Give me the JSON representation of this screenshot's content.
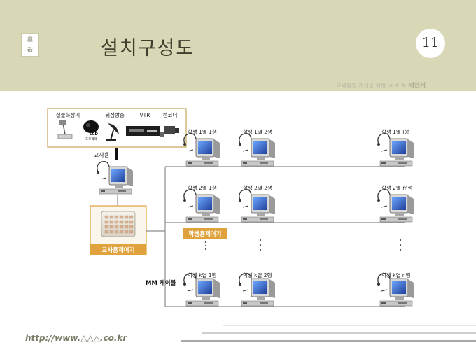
{
  "header": {
    "logo_chars": [
      "鼎",
      "造"
    ],
    "title": "설치구성도",
    "page_number": "11",
    "subtitle_prefix": "교육환경 개선을 위한",
    "subtitle_stars": "★★★",
    "subtitle_suffix": "제안서"
  },
  "devices_box": {
    "items": [
      {
        "label": "실물화상기",
        "icon": "document-camera-icon"
      },
      {
        "label": "위성방송",
        "icon": "satellite-dish-icon"
      },
      {
        "label": "VTR",
        "icon": "vcr-icon"
      },
      {
        "label": "캠코더",
        "icon": "camcorder-icon"
      }
    ],
    "lcd_label_top": "LCD",
    "lcd_label_bottom": "프로젝터"
  },
  "teacher": {
    "label": "교사용",
    "controller_label": "교사용제어기"
  },
  "student_controller_label": "학생용제어기",
  "cable_label": "MM 케이블",
  "students": [
    {
      "label": "학생 1열 1행"
    },
    {
      "label": "학생 1열 2행"
    },
    {
      "label": "학생 1열 l행"
    },
    {
      "label": "학생 2열 1행"
    },
    {
      "label": "학생 2열 2행"
    },
    {
      "label": "학생 2열 m행"
    },
    {
      "label": "학생 k열 1행"
    },
    {
      "label": "학생 k열 2행"
    },
    {
      "label": "학생 k열 n행"
    }
  ],
  "footer": {
    "url": "http://www.△△△.co.kr"
  },
  "colors": {
    "header_bg": "#d9d8b6",
    "controller_orange": "#dfa23c",
    "line_gray": "#8c8c8c",
    "monitor_blue": "#2f5fb8"
  }
}
